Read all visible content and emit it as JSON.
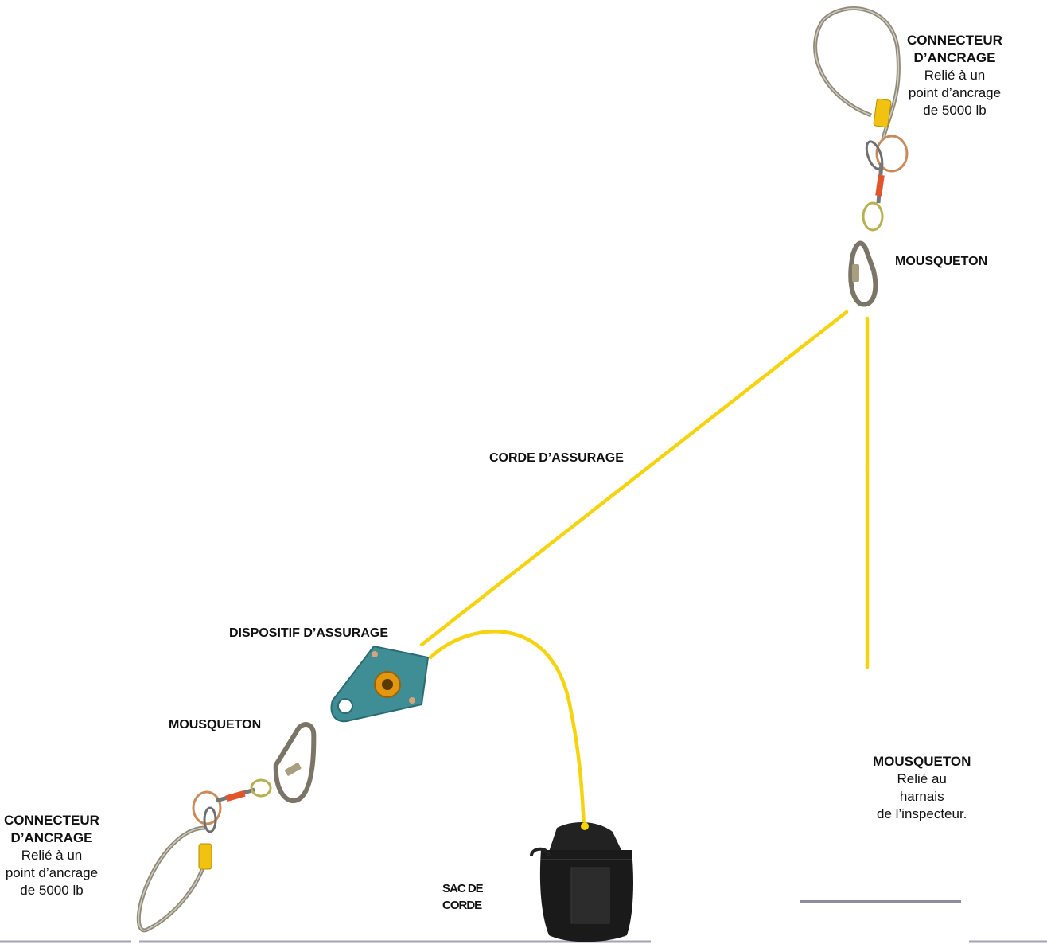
{
  "labels": {
    "top_anchor": {
      "title_line1": "CONNECTEUR",
      "title_line2": "D’ANCRAGE",
      "desc_line1": "Relié à un",
      "desc_line2": "point d’ancrage",
      "desc_line3": "de 5000 lb"
    },
    "top_carabiner": "MOUSQUETON",
    "belay_rope": "CORDE D’ASSURAGE",
    "belay_device": "DISPOSITIF D’ASSURAGE",
    "bottom_carabiner": "MOUSQUETON",
    "bottom_anchor": {
      "title_line1": "CONNECTEUR",
      "title_line2": "D’ANCRAGE",
      "desc_line1": "Relié à un",
      "desc_line2": "point d’ancrage",
      "desc_line3": "de 5000 lb"
    },
    "rope_bag_line1": "SAC DE",
    "rope_bag_line2": "CORDE",
    "harness_carabiner": {
      "title": "MOUSQUETON",
      "desc_line1": "Relié au",
      "desc_line2": "harnais",
      "desc_line3": "de l’inspecteur."
    }
  },
  "colors": {
    "rope": "#f5d40f",
    "cable": "#8f8a7a",
    "device": "#3f8d95",
    "bag": "#1a1a1a",
    "ground": "#9a96a8"
  }
}
